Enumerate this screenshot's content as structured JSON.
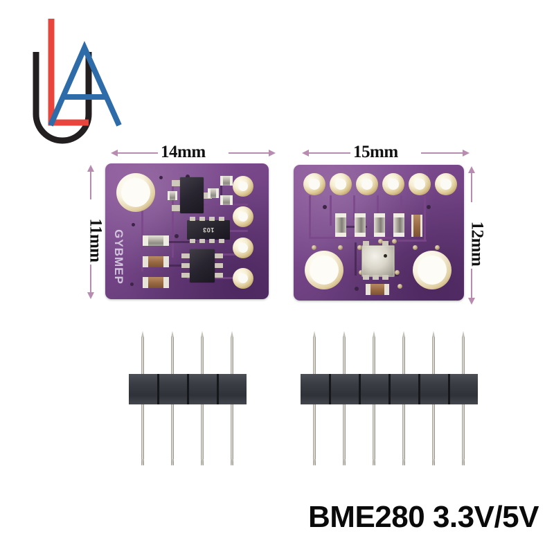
{
  "image": {
    "background_color": "#ffffff",
    "caption": "BME280 3.3V/5V"
  },
  "logo": {
    "name": "la-logo",
    "letters": [
      "L",
      "U",
      "A"
    ],
    "colors": {
      "l_stroke": "#e8453c",
      "u_stroke": "#231f20",
      "a_stroke": "#2d6ca8"
    }
  },
  "boards": [
    {
      "id": "board-front",
      "side_label": "front",
      "silkscreen": "GYBMEP",
      "pcb_color": "#7c4a8e",
      "pad_color": "#ddc894",
      "pin_pad_count": 4,
      "dimensions": {
        "width_label": "14mm",
        "height_label": "11mm"
      },
      "components": [
        {
          "name": "resistor-array",
          "marking": "103"
        },
        {
          "name": "voltage-regulator",
          "marking": ""
        },
        {
          "name": "level-shifter-ic",
          "marking": ""
        }
      ]
    },
    {
      "id": "board-back",
      "side_label": "back",
      "silkscreen": "",
      "pcb_color": "#7c4a8e",
      "pad_color": "#ddc894",
      "pin_pad_count": 6,
      "dimensions": {
        "width_label": "15mm",
        "height_label": "12mm"
      },
      "components": [
        {
          "name": "bme280-sensor",
          "marking": ""
        },
        {
          "name": "capacitor",
          "marking": ""
        }
      ]
    }
  ],
  "headers": [
    {
      "id": "header-4pin",
      "label": "4-pin male header",
      "pin_count": 4,
      "body_color": "#35383e",
      "pin_color": "#cdcac2"
    },
    {
      "id": "header-6pin",
      "label": "6-pin male header",
      "pin_count": 6,
      "body_color": "#35383e",
      "pin_color": "#cdcac2"
    }
  ],
  "annotations": {
    "arrow_color": "#b88cb0",
    "text_color": "#111111"
  }
}
